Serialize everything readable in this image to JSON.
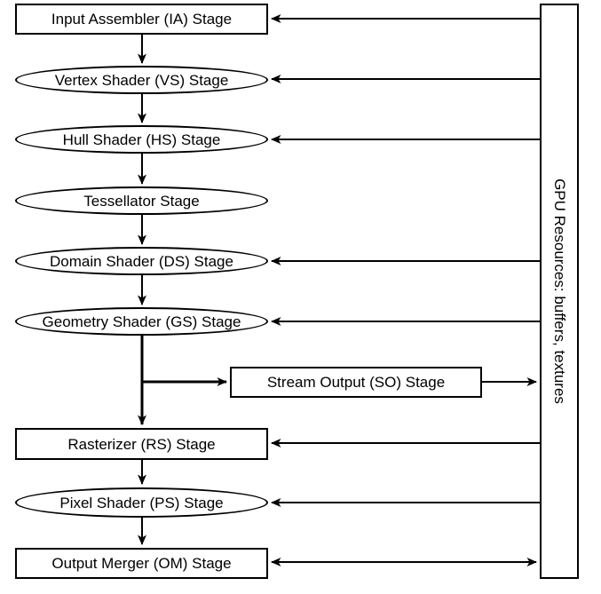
{
  "colors": {
    "stroke": "#000000",
    "background": "#ffffff",
    "text": "#000000"
  },
  "pipeline": {
    "stages": [
      {
        "label": "Input Assembler (IA) Stage",
        "shape": "rect"
      },
      {
        "label": "Vertex Shader (VS) Stage",
        "shape": "ellipse"
      },
      {
        "label": "Hull Shader (HS) Stage",
        "shape": "ellipse"
      },
      {
        "label": "Tessellator Stage",
        "shape": "ellipse"
      },
      {
        "label": "Domain Shader (DS) Stage",
        "shape": "ellipse"
      },
      {
        "label": "Geometry Shader (GS) Stage",
        "shape": "ellipse"
      },
      {
        "label": "Stream Output (SO) Stage",
        "shape": "rect"
      },
      {
        "label": "Rasterizer (RS) Stage",
        "shape": "rect"
      },
      {
        "label": "Pixel Shader (PS) Stage",
        "shape": "ellipse"
      },
      {
        "label": "Output Merger (OM) Stage",
        "shape": "rect"
      }
    ],
    "resources": {
      "label": "GPU Resources: buffers, textures"
    },
    "connections": [
      {
        "from": "Input Assembler (IA) Stage",
        "to": "Vertex Shader (VS) Stage"
      },
      {
        "from": "Vertex Shader (VS) Stage",
        "to": "Hull Shader (HS) Stage"
      },
      {
        "from": "Hull Shader (HS) Stage",
        "to": "Tessellator Stage"
      },
      {
        "from": "Tessellator Stage",
        "to": "Domain Shader (DS) Stage"
      },
      {
        "from": "Domain Shader (DS) Stage",
        "to": "Geometry Shader (GS) Stage"
      },
      {
        "from": "Geometry Shader (GS) Stage",
        "to": "Stream Output (SO) Stage"
      },
      {
        "from": "Geometry Shader (GS) Stage",
        "to": "Rasterizer (RS) Stage"
      },
      {
        "from": "Rasterizer (RS) Stage",
        "to": "Pixel Shader (PS) Stage"
      },
      {
        "from": "Pixel Shader (PS) Stage",
        "to": "Output Merger (OM) Stage"
      },
      {
        "from": "GPU Resources",
        "to": "Input Assembler (IA) Stage"
      },
      {
        "from": "GPU Resources",
        "to": "Vertex Shader (VS) Stage"
      },
      {
        "from": "GPU Resources",
        "to": "Hull Shader (HS) Stage"
      },
      {
        "from": "GPU Resources",
        "to": "Domain Shader (DS) Stage"
      },
      {
        "from": "GPU Resources",
        "to": "Geometry Shader (GS) Stage"
      },
      {
        "from": "Stream Output (SO) Stage",
        "to": "GPU Resources"
      },
      {
        "from": "GPU Resources",
        "to": "Rasterizer (RS) Stage"
      },
      {
        "from": "GPU Resources",
        "to": "Pixel Shader (PS) Stage"
      },
      {
        "from": "Output Merger (OM) Stage",
        "to": "GPU Resources",
        "bidirectional": true
      }
    ]
  }
}
